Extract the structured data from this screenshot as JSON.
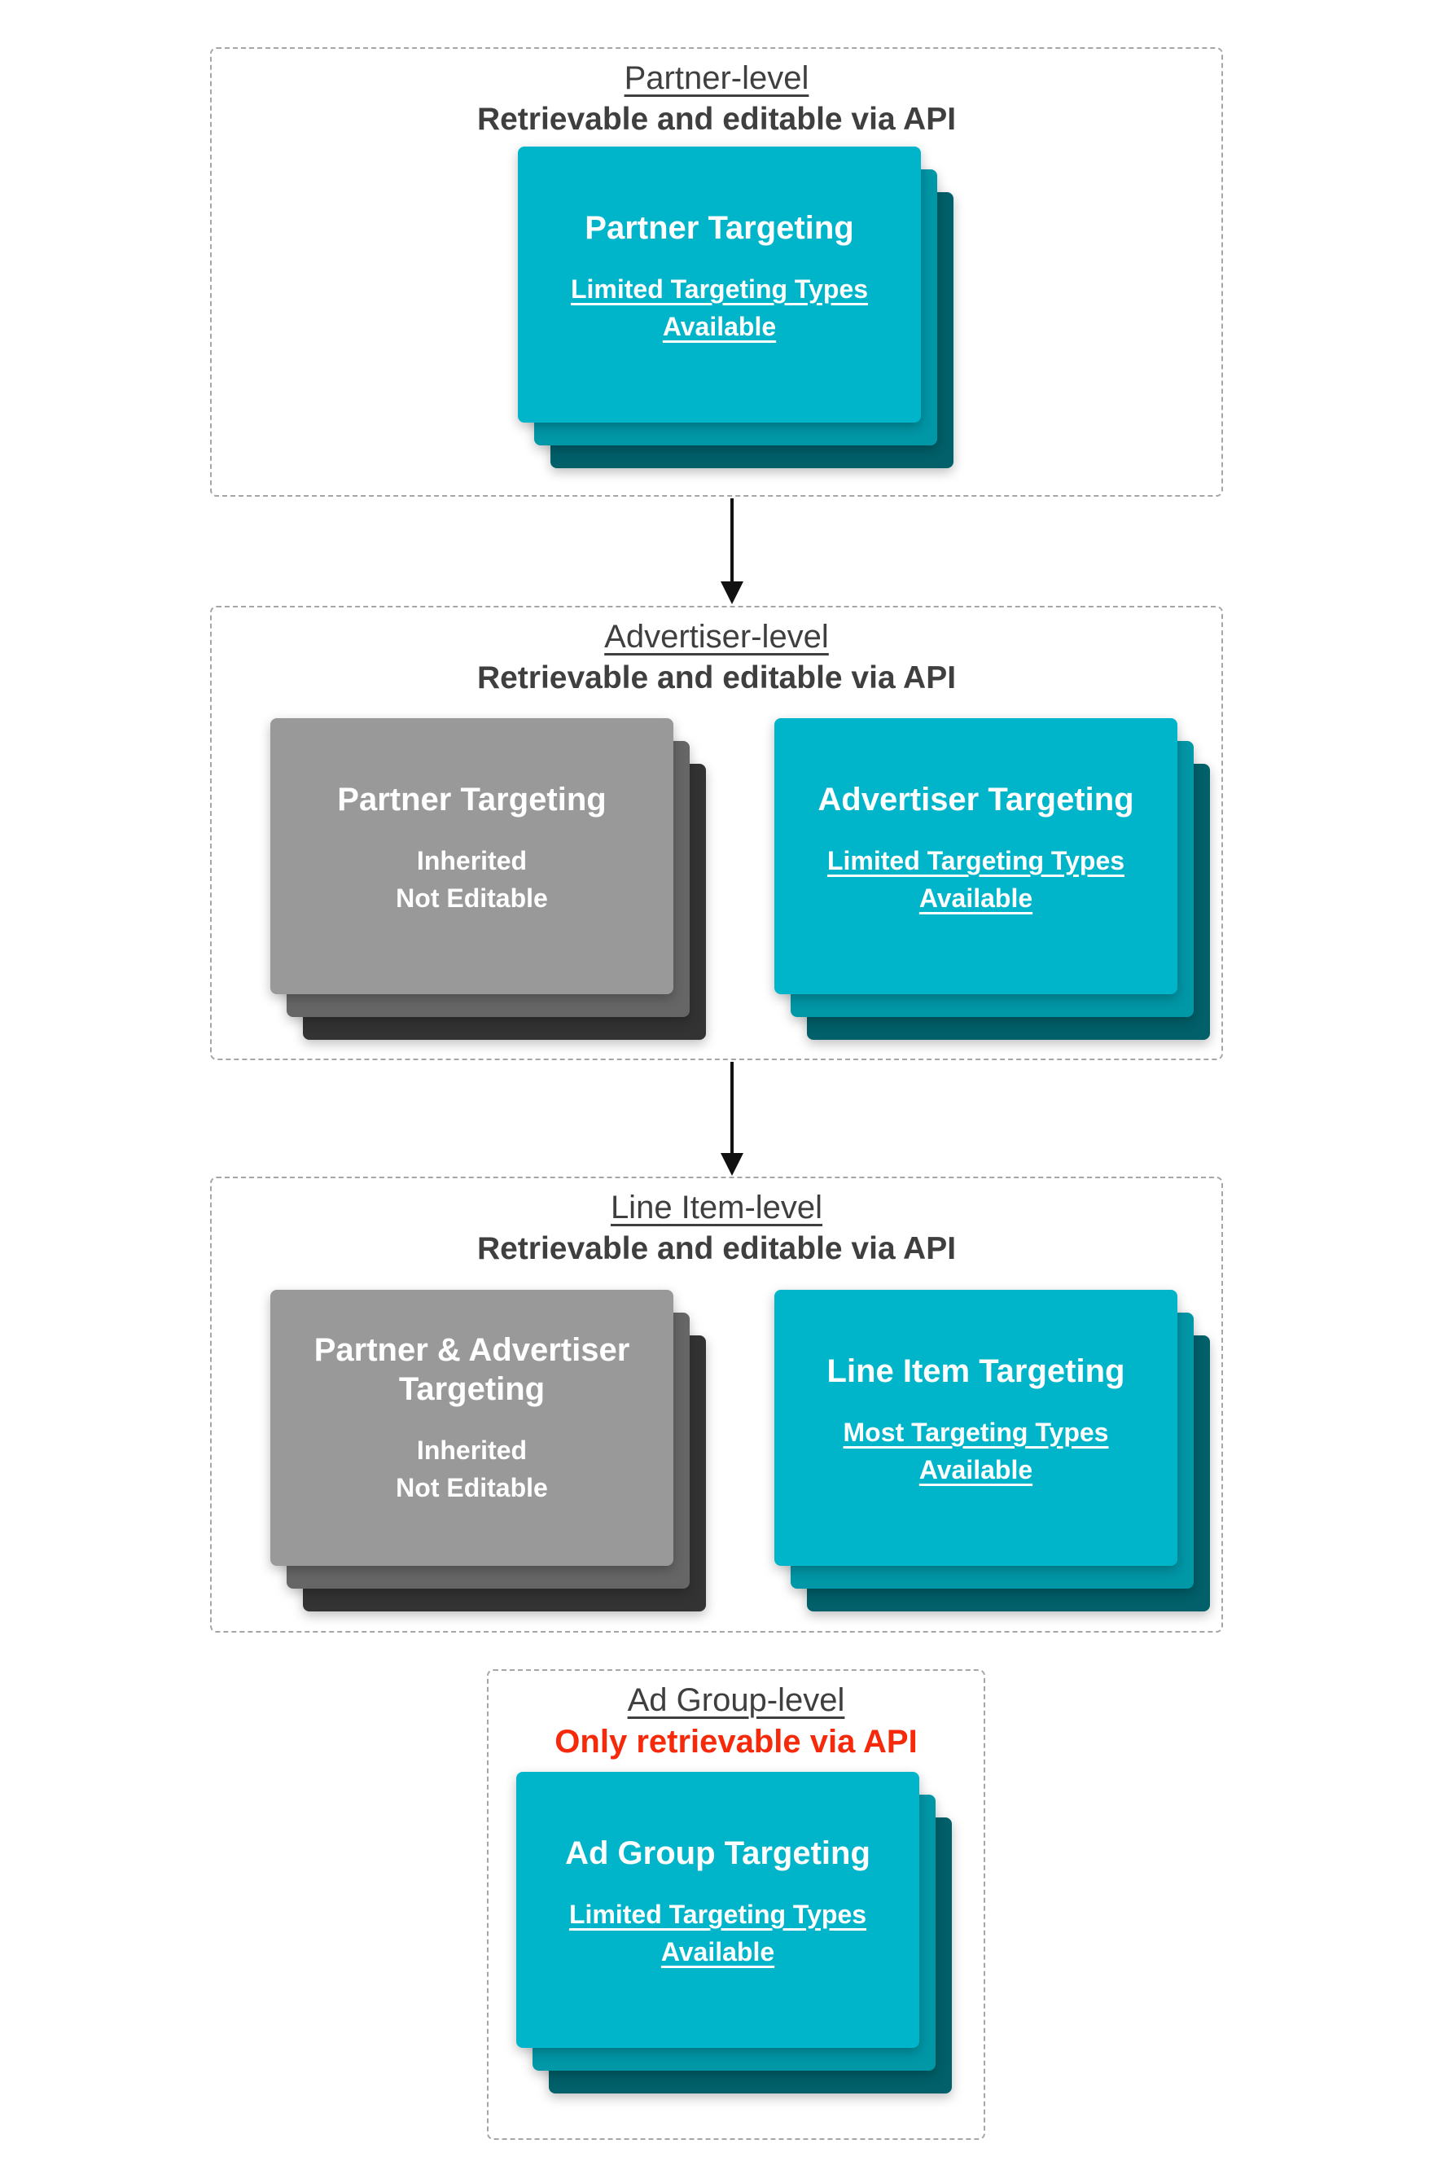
{
  "colors": {
    "teal_front": "#00b5c9",
    "teal_mid": "#0097a7",
    "teal_back": "#01606a",
    "gray_front": "#999999",
    "gray_mid": "#666666",
    "gray_back": "#333333",
    "title_text": "#3f3f3f",
    "alert_red": "#f6290b",
    "box_border": "#a6a6a6",
    "arrow_black": "#111111"
  },
  "sections": {
    "partner": {
      "title": "Partner-level",
      "subtitle": "Retrievable and editable via API",
      "stack": {
        "heading": "Partner Targeting",
        "sub": "Limited Targeting Types\nAvailable"
      }
    },
    "advertiser": {
      "title": "Advertiser-level",
      "subtitle": "Retrievable and editable via API",
      "gray_stack": {
        "heading": "Partner Targeting",
        "sub": "Inherited\nNot Editable"
      },
      "teal_stack": {
        "heading": "Advertiser Targeting",
        "sub": "Limited Targeting Types\nAvailable"
      }
    },
    "line_item": {
      "title": "Line Item-level",
      "subtitle": "Retrievable and editable via API",
      "gray_stack": {
        "heading": "Partner & Advertiser\nTargeting",
        "sub": "Inherited\nNot Editable"
      },
      "teal_stack": {
        "heading": "Line Item Targeting",
        "sub": "Most Targeting Types\nAvailable"
      }
    },
    "ad_group": {
      "title": "Ad Group-level",
      "subtitle": "Only retrievable via API",
      "stack": {
        "heading": "Ad Group Targeting",
        "sub": "Limited Targeting Types\nAvailable"
      }
    }
  },
  "arrows": [
    {
      "icon": "down-arrow"
    },
    {
      "icon": "down-arrow"
    }
  ]
}
